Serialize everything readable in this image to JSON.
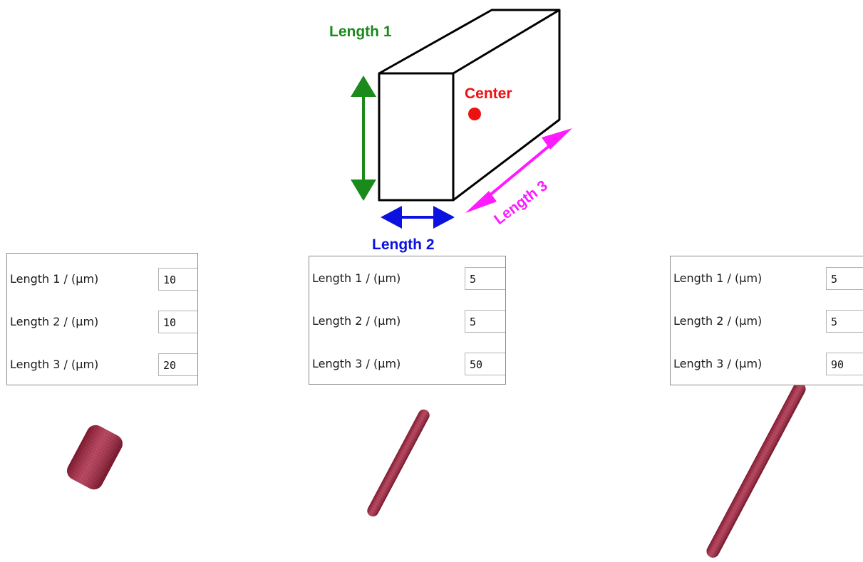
{
  "diagram": {
    "length1_label": "Length 1",
    "length2_label": "Length 2",
    "length3_label": "Length 3",
    "center_label": "Center",
    "colors": {
      "length1": "#1a8a1a",
      "length2": "#0b12e0",
      "length3": "#ff1aff",
      "center": "#ee1111",
      "rod": "#a51e3c"
    }
  },
  "panels": [
    {
      "rows": [
        {
          "label": "Length 1 / (μm)",
          "value": "10"
        },
        {
          "label": "Length 2 / (μm)",
          "value": "10"
        },
        {
          "label": "Length 3 / (μm)",
          "value": "20"
        }
      ]
    },
    {
      "rows": [
        {
          "label": "Length 1 / (μm)",
          "value": "5"
        },
        {
          "label": "Length 2 / (μm)",
          "value": "5"
        },
        {
          "label": "Length 3 / (μm)",
          "value": "50"
        }
      ]
    },
    {
      "rows": [
        {
          "label": "Length 1 / (μm)",
          "value": "5"
        },
        {
          "label": "Length 2 / (μm)",
          "value": "5"
        },
        {
          "label": "Length 3 / (μm)",
          "value": "90"
        }
      ]
    }
  ]
}
